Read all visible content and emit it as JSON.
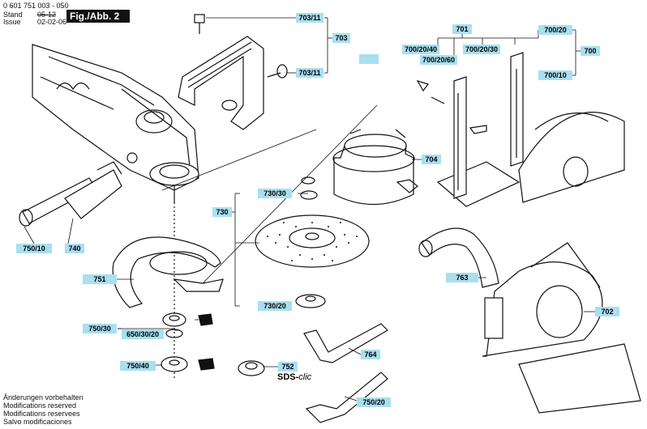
{
  "header": {
    "part_number": "0 601 751 003 - 050",
    "stand_label": "Stand",
    "issue_label": "Issue",
    "stand_value": "05-12",
    "issue_value": "02-02-06",
    "figure_label": "Fig./Abb. 2"
  },
  "parts": {
    "p703_11_top": "703/11",
    "p703": "703",
    "p703_11_mid": "703/11",
    "p701": "701",
    "p700_20_40": "700/20/40",
    "p700_20_60": "700/20/60",
    "p700_20_30": "700/20/30",
    "p700_20": "700/20",
    "p700": "700",
    "p700_10": "700/10",
    "p704": "704",
    "p730_30": "730/30",
    "p730": "730",
    "p730_20": "730/20",
    "p750_10": "750/10",
    "p740": "740",
    "p751": "751",
    "p750_30": "750/30",
    "p650_30_20": "650/30/20",
    "p750_40": "750/40",
    "p752": "752",
    "p764": "764",
    "p763": "763",
    "p702": "702",
    "p750_20": "750/20"
  },
  "sds_label": "SDS-",
  "sds_suffix": "clic",
  "notes": [
    "Änderungen vorbehalten",
    "Modifications reserved",
    "Modifications reservees",
    "Salvo modificaciones"
  ],
  "colors": {
    "label_bg": "#a9dff0",
    "line": "#111111"
  }
}
